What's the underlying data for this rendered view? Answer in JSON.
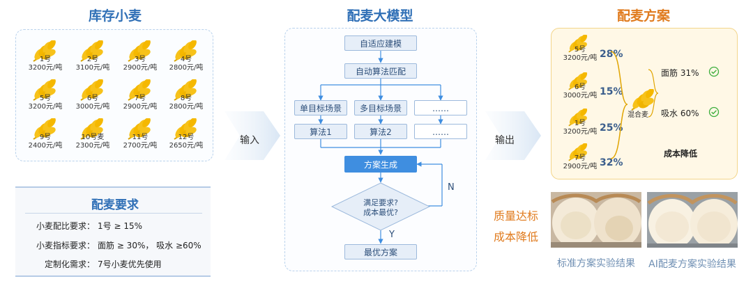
{
  "left": {
    "title": "库存小麦",
    "wheat": [
      {
        "name": "1号",
        "price": "3200元/吨"
      },
      {
        "name": "2号",
        "price": "3100元/吨"
      },
      {
        "name": "3号",
        "price": "2900元/吨"
      },
      {
        "name": "4号",
        "price": "2800元/吨"
      },
      {
        "name": "5号",
        "price": "3200元/吨"
      },
      {
        "name": "6号",
        "price": "3000元/吨"
      },
      {
        "name": "7号",
        "price": "2900元/吨"
      },
      {
        "name": "8号",
        "price": "2800元/吨"
      },
      {
        "name": "9号",
        "price": "2400元/吨"
      },
      {
        "name": "10号麦",
        "price": "2300元/吨"
      },
      {
        "name": "11号",
        "price": "2700元/吨"
      },
      {
        "name": "12号",
        "price": "2650元/吨"
      }
    ],
    "req_title": "配麦要求",
    "requirements": [
      {
        "label": "小麦配比要求：",
        "value": "1号 ≥ 15%"
      },
      {
        "label": "小麦指标要求：",
        "value": "面筋 ≥ 30%， 吸水 ≥60%"
      },
      {
        "label": "定制化需求：",
        "value": "7号小麦优先使用"
      }
    ]
  },
  "arrow_in": "输入",
  "arrow_out": "输出",
  "middle": {
    "title": "配麦大模型",
    "box_auto_model": "自适应建模",
    "box_auto_match": "自动算法匹配",
    "box_single": "单目标场景",
    "box_multi": "多目标场景",
    "box_dots": "……",
    "box_alg1": "算法1",
    "box_alg2": "算法2",
    "box_generate": "方案生成",
    "decision_line1": "满足要求?",
    "decision_line2": "成本最优?",
    "label_n": "N",
    "label_y": "Y",
    "box_best": "最优方案"
  },
  "right": {
    "title": "配麦方案",
    "mix": [
      {
        "name": "5号",
        "price": "3200元/吨",
        "pct": "28%"
      },
      {
        "name": "6号",
        "price": "3000元/吨",
        "pct": "15%"
      },
      {
        "name": "1号",
        "price": "3200元/吨",
        "pct": "25%"
      },
      {
        "name": "7号",
        "price": "2900元/吨",
        "pct": "32%"
      }
    ],
    "mixed_label": "混合麦",
    "gluten": "面筋 31%",
    "water": "吸水 60%",
    "cost_down": "成本降低",
    "quality_line1": "质量达标",
    "quality_line2": "成本降低",
    "caption_std": "标准方案实验结果",
    "caption_ai": "AI配麦方案实验结果",
    "accent_orange": "#e07b1e",
    "accent_blue": "#2f6fb6",
    "check_color": "#3cae3c"
  }
}
